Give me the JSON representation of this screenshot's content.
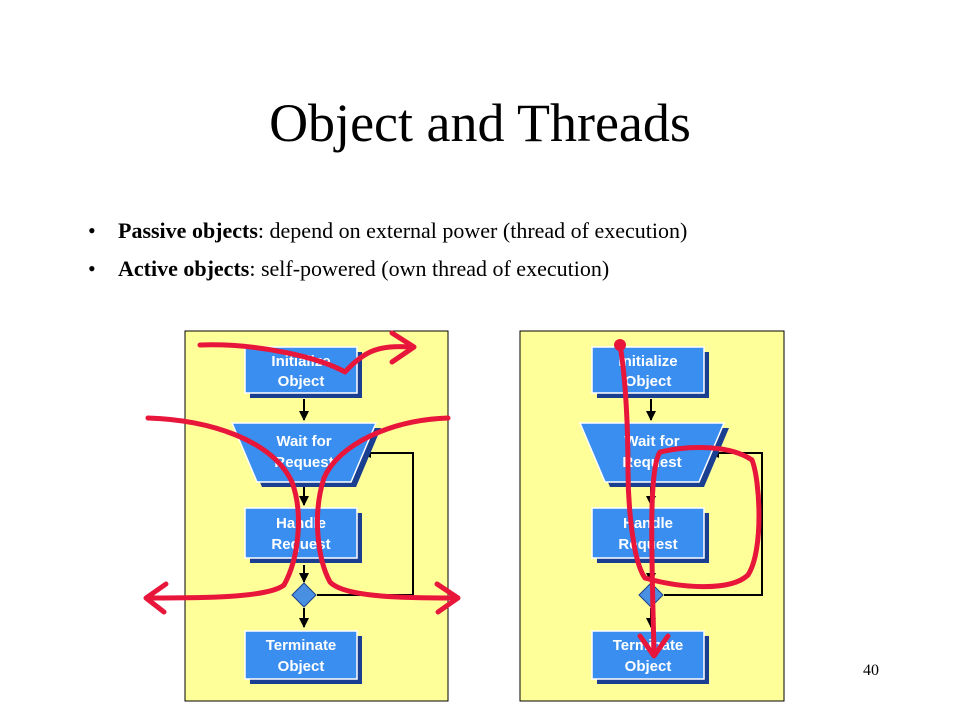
{
  "slide": {
    "title": "Object and Threads",
    "page_number": "40"
  },
  "bullets": [
    {
      "term": "Passive objects",
      "text": ": depend on external power (thread of execution)"
    },
    {
      "term": "Active objects",
      "text": ": self-powered (own thread of execution)"
    }
  ],
  "flowchart": {
    "steps": {
      "initialize_line1": "Initialize",
      "initialize_line2": "Object",
      "wait_line1": "Wait for",
      "wait_line2": "Request",
      "handle_line1": "Handle",
      "handle_line2": "Request",
      "terminate_line1": "Terminate",
      "terminate_line2": "Object"
    }
  },
  "colors": {
    "panel_fill": "#ffff99",
    "box_fill": "#3a8ef0",
    "box_shadow": "#1a3f90",
    "box_text": "#ffffff",
    "decision_fill": "#4a90e2",
    "annotation_red": "#e8163a"
  }
}
